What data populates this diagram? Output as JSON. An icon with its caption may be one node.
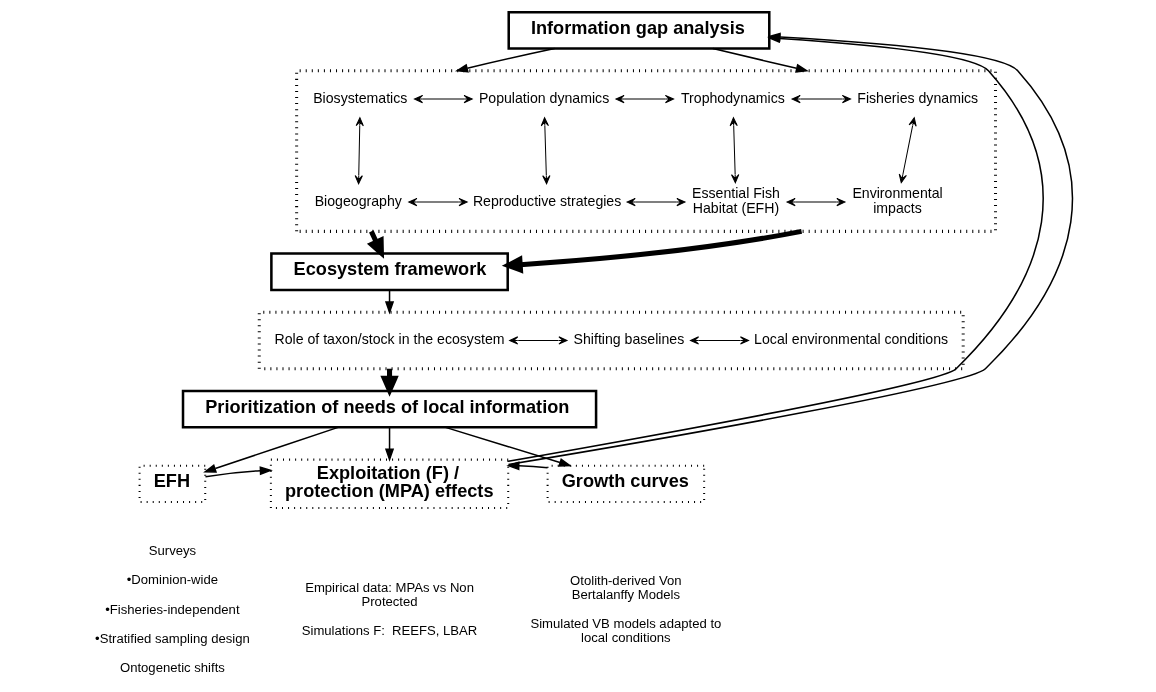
{
  "diagram": {
    "nodes": [
      {
        "text": [
          "Information gap analysis"
        ]
      },
      {
        "text": [],
        "shape": "box"
      },
      {
        "text": [
          "Biosystematics"
        ],
        "in": 1
      },
      {
        "text": [
          "Population dynamics"
        ],
        "in": 1
      },
      {
        "text": [
          "Trophodynamics"
        ],
        "in": 1
      },
      {
        "text": [
          "Fisheries dynamics"
        ],
        "in": 1
      },
      {
        "text": [
          "Biogeography"
        ],
        "in": 1
      },
      {
        "text": [
          "Reproductive strategies"
        ],
        "in": 1
      },
      {
        "text": [
          "Essential Fish Habitat (EFH)"
        ],
        "in": 1
      },
      {
        "text": [
          "Environmental impacts"
        ],
        "in": 1
      },
      {
        "text": [
          "Ecosystem framework"
        ]
      },
      {
        "text": [],
        "shape": "box"
      },
      {
        "text": [
          "Role of taxon/stock in the ecosystem"
        ],
        "in": 11
      },
      {
        "text": [
          "Shifting baselines"
        ],
        "in": 11
      },
      {
        "text": [
          "Local environmental conditions"
        ],
        "in": 11
      },
      {
        "text": [
          "Prioritization of needs of local information"
        ]
      },
      {
        "text": [
          "EFH"
        ],
        "beside": [
          "Surveys",
          "•Dominion-wide",
          "•Fisheries-independent",
          "•Stratified sampling design",
          "Ontogenetic shifts"
        ]
      },
      {
        "text": [
          "Exploitation (F) / protection (MPA) effects"
        ],
        "beside": [
          "Empirical data: MPAs vs Non Protected",
          "Simulations F:  REEFS, LBAR"
        ]
      },
      {
        "text": [
          "Growth curves"
        ],
        "beside": [
          "Otolith-derived Von Bertalanffy Models",
          "Simulated VB models adapted to local conditions"
        ]
      }
    ],
    "edges": [
      {
        "from": 0,
        "to": 1,
        "arrow": "to"
      },
      {
        "from": 0,
        "to": 1,
        "arrow": "to"
      },
      {
        "from": 2,
        "to": 3,
        "arrow": "both"
      },
      {
        "from": 3,
        "to": 4,
        "arrow": "both"
      },
      {
        "from": 4,
        "to": 5,
        "arrow": "both"
      },
      {
        "from": 2,
        "to": 6,
        "arrow": "both"
      },
      {
        "from": 3,
        "to": 7,
        "arrow": "both"
      },
      {
        "from": 4,
        "to": 8,
        "arrow": "both"
      },
      {
        "from": 5,
        "to": 9,
        "arrow": "both"
      },
      {
        "from": 6,
        "to": 7,
        "arrow": "both"
      },
      {
        "from": 7,
        "to": 8,
        "arrow": "both"
      },
      {
        "from": 8,
        "to": 9,
        "arrow": "both"
      },
      {
        "from": 1,
        "to": 10,
        "arrow": "to",
        "style": "thick"
      },
      {
        "from": 1,
        "to": 10,
        "arrow": "to",
        "style": "thick"
      },
      {
        "from": 10,
        "to": 11,
        "arrow": "to"
      },
      {
        "from": 12,
        "to": 13,
        "arrow": "both"
      },
      {
        "from": 13,
        "to": 14,
        "arrow": "both"
      },
      {
        "from": 11,
        "to": 15,
        "arrow": "to",
        "style": "thick"
      },
      {
        "from": 15,
        "to": 16,
        "arrow": "to"
      },
      {
        "from": 15,
        "to": 17,
        "arrow": "to"
      },
      {
        "from": 15,
        "to": 18,
        "arrow": "to"
      },
      {
        "from": 16,
        "to": 17,
        "arrow": "to"
      },
      {
        "from": 18,
        "to": 17,
        "arrow": "to"
      },
      {
        "from": 17,
        "to": 0,
        "arrow": "to"
      },
      {
        "from": 17,
        "to": 0,
        "arrow": "to"
      }
    ]
  }
}
